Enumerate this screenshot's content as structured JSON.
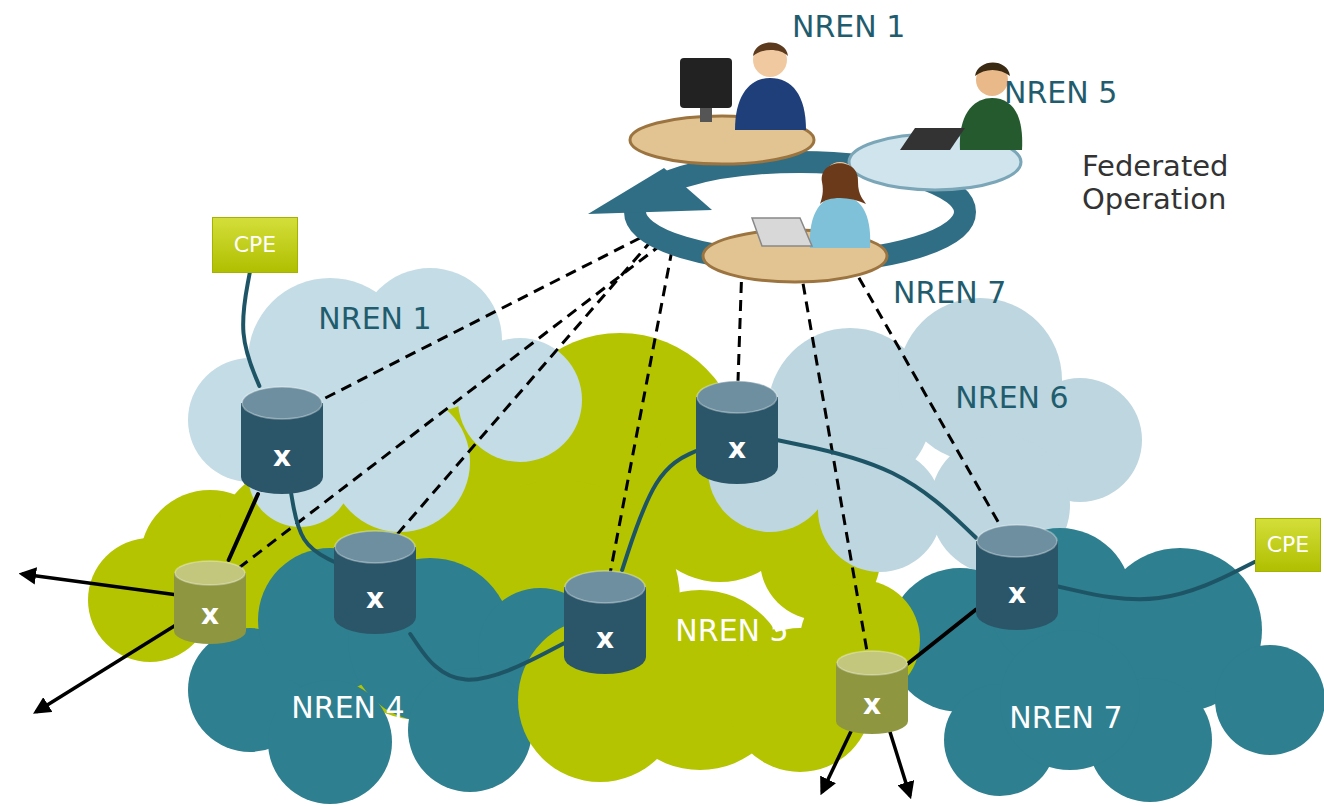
{
  "diagram": {
    "nodes": [
      {
        "text": [
          "CPE"
        ]
      },
      {
        "text": [
          "NREN 1"
        ]
      },
      {
        "text": [
          "NREN 6"
        ]
      },
      {
        "text": [
          "CPE"
        ]
      },
      {
        "text": [
          "NREN 5"
        ]
      },
      {
        "text": [
          "NREN 4"
        ]
      },
      {
        "text": [
          "NREN 7"
        ]
      },
      {
        "text": [
          "x"
        ]
      },
      {
        "text": [
          "x"
        ]
      },
      {
        "text": [
          "x"
        ]
      },
      {
        "text": [
          "x"
        ]
      },
      {
        "text": [
          "x"
        ]
      },
      {
        "text": [
          "x"
        ]
      },
      {
        "text": [
          "x"
        ]
      }
    ],
    "edges": [
      {
        "from": 0,
        "to": 7,
        "arrow": "none"
      },
      {
        "from": 7,
        "to": 10,
        "arrow": "none"
      },
      {
        "from": 7,
        "to": 11,
        "arrow": "none"
      },
      {
        "from": 11,
        "to": 12,
        "arrow": "none"
      },
      {
        "from": 12,
        "to": 8,
        "arrow": "none"
      },
      {
        "from": 8,
        "to": 9,
        "arrow": "none"
      },
      {
        "from": 9,
        "to": 3,
        "arrow": "none"
      },
      {
        "from": 9,
        "to": 13,
        "arrow": "none"
      }
    ],
    "labels": [
      "NREN 1",
      "NREN 5",
      "Federated Operation",
      "NREN 7"
    ]
  }
}
